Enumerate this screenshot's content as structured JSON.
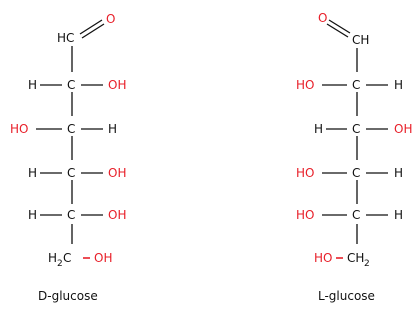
{
  "colors": {
    "black": "#111111",
    "red": "#e8202a"
  },
  "d_glucose": {
    "caption": "D-glucose",
    "aldehyde_carbon": "HC",
    "aldehyde_oxygen": "O",
    "rows": [
      {
        "left": "H",
        "center": "C",
        "right": "OH",
        "red_side": "right"
      },
      {
        "left": "HO",
        "center": "C",
        "right": "H",
        "red_side": "left"
      },
      {
        "left": "H",
        "center": "C",
        "right": "OH",
        "red_side": "right"
      },
      {
        "left": "H",
        "center": "C",
        "right": "OH",
        "red_side": "right"
      }
    ],
    "bottom_carbon": "H",
    "bottom_sub": "2",
    "bottom_carbon_c": "C",
    "bottom_oh": "OH"
  },
  "l_glucose": {
    "caption": "L-glucose",
    "aldehyde_carbon": "CH",
    "aldehyde_oxygen": "O",
    "rows": [
      {
        "left": "HO",
        "center": "C",
        "right": "H",
        "red_side": "left"
      },
      {
        "left": "H",
        "center": "C",
        "right": "OH",
        "red_side": "right"
      },
      {
        "left": "HO",
        "center": "C",
        "right": "H",
        "red_side": "left"
      },
      {
        "left": "HO",
        "center": "C",
        "right": "H",
        "red_side": "left"
      }
    ],
    "bottom_oh": "HO",
    "bottom_carbon": "CH",
    "bottom_sub": "2"
  }
}
